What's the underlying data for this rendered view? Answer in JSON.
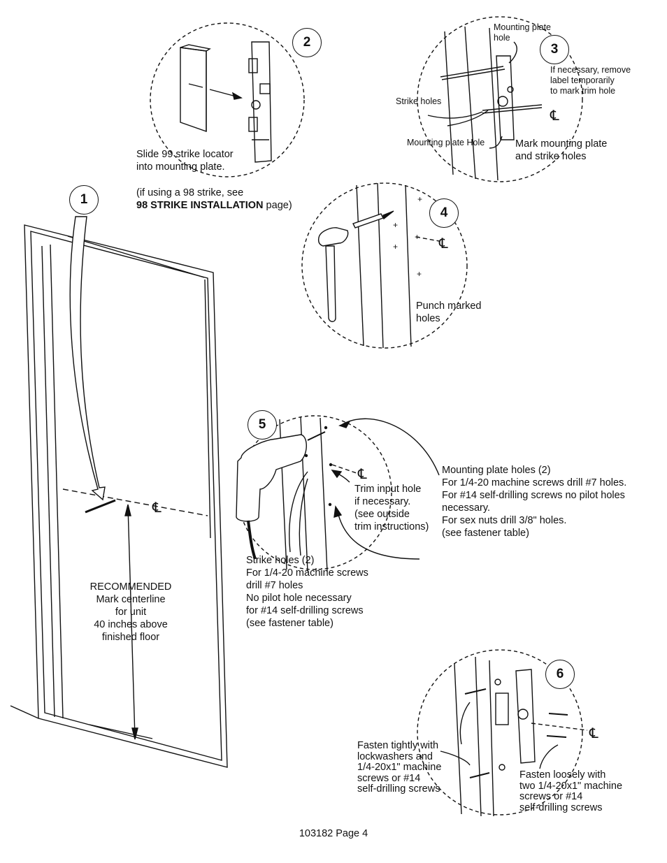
{
  "steps": [
    {
      "number": "1"
    },
    {
      "number": "2",
      "lines": [
        "Slide 99 strike locator",
        "into mounting plate."
      ],
      "note_prefix": "(if using a 98 strike, see",
      "note_bold": "98 STRIKE INSTALLATION",
      "note_suffix": " page)"
    },
    {
      "number": "3",
      "mounting_plate_hole_top": [
        "Mounting plate",
        "hole"
      ],
      "label_note": [
        "If necessary, remove",
        "label temporarily",
        "to mark trim hole"
      ],
      "strike_holes": "Strike holes",
      "mounting_plate_hole_bottom": "Mounting plate Hole",
      "mark_text": [
        "Mark mounting plate",
        "and strike holes"
      ]
    },
    {
      "number": "4",
      "lines": [
        "Punch marked",
        "holes"
      ]
    },
    {
      "number": "5",
      "mounting_plate_holes": [
        "Mounting plate holes (2)",
        "For 1/4-20 machine screws drill #7 holes.",
        "For #14 self-drilling screws no pilot holes",
        "necessary.",
        "For sex nuts drill 3/8\" holes.",
        "(see fastener table)"
      ],
      "trim_input": [
        "Trim input hole",
        "if necessary.",
        "(see outside",
        "trim instructions)"
      ],
      "strike_holes": [
        "Strike holes (2)",
        "For 1/4-20 machine screws",
        "drill #7 holes",
        "No pilot hole necessary",
        "for #14 self-drilling screws",
        "(see fastener table)"
      ]
    },
    {
      "number": "6",
      "fasten_tight": [
        "Fasten tightly with",
        "lockwashers and",
        "1/4-20x1\" machine",
        "screws or #14",
        "self-drilling screws"
      ],
      "fasten_loose": [
        "Fasten loosely with",
        "two 1/4-20x1\" machine",
        "screws or #14",
        "self-drilling screws"
      ]
    }
  ],
  "recommended": [
    "RECOMMENDED",
    "Mark centerline",
    "for unit",
    "40 inches above",
    "finished floor"
  ],
  "footer": "103182 Page 4",
  "centerline_symbol": "℄"
}
